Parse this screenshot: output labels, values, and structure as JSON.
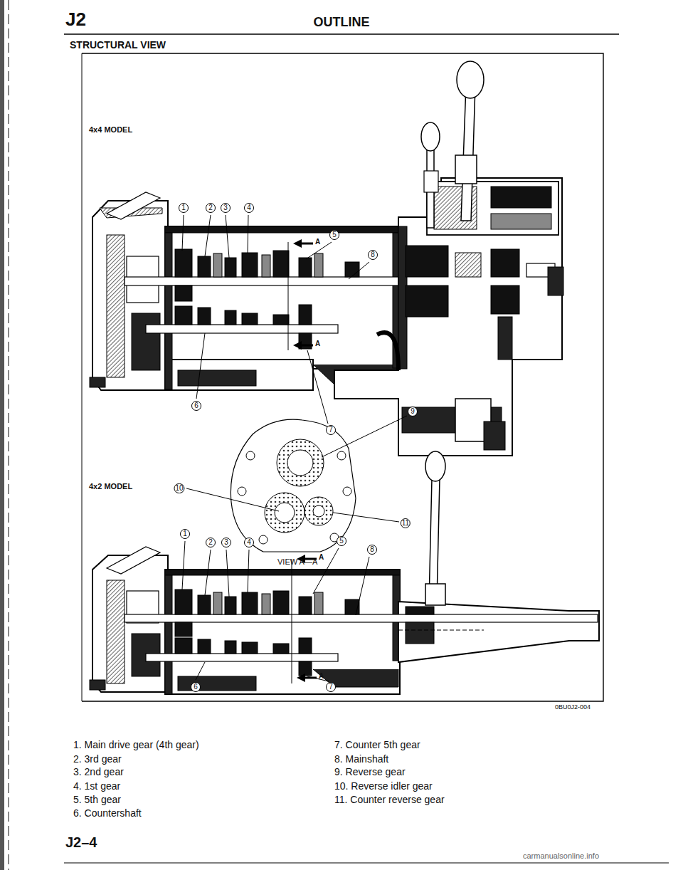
{
  "diagram": {
    "title": "OUTLINE",
    "labels": [
      "J2",
      "STRUCTURAL VIEW",
      "4x4 MODEL",
      "1",
      "2",
      "3",
      "4",
      "5",
      "8",
      "6",
      "7",
      "A",
      "A",
      "9",
      "10",
      "11",
      "VIEW A—A",
      "4x2 MODEL",
      "1",
      "2",
      "3",
      "4",
      "5",
      "8",
      "6",
      "7",
      "A",
      "A",
      "0BU0J2-004",
      "1. Main drive gear (4th gear)",
      "2. 3rd gear",
      "3. 2nd gear",
      "4. 1st gear",
      "5. 5th gear",
      "6. Countershaft",
      "7. Counter 5th gear",
      "8. Mainshaft",
      "9. Reverse gear",
      "10. Reverse idler gear",
      "11. Counter reverse gear",
      "J2–4",
      "carmanualsonline.info"
    ]
  }
}
